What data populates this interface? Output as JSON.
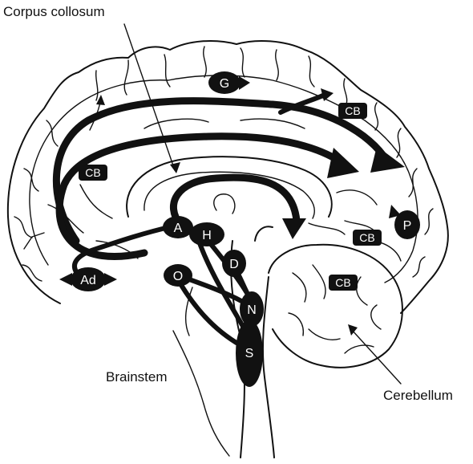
{
  "labels": {
    "corpus_callosum": "Corpus collosum",
    "brainstem": "Brainstem",
    "cerebellum": "Cerebellum"
  },
  "nodes": {
    "g": "G",
    "a": "A",
    "h": "H",
    "d": "D",
    "o": "O",
    "n": "N",
    "s": "S",
    "ad": "Ad",
    "p": "P"
  },
  "cb_badges": [
    "CB",
    "CB",
    "CB",
    "CB"
  ],
  "colors": {
    "ink": "#111111",
    "background": "#ffffff"
  }
}
